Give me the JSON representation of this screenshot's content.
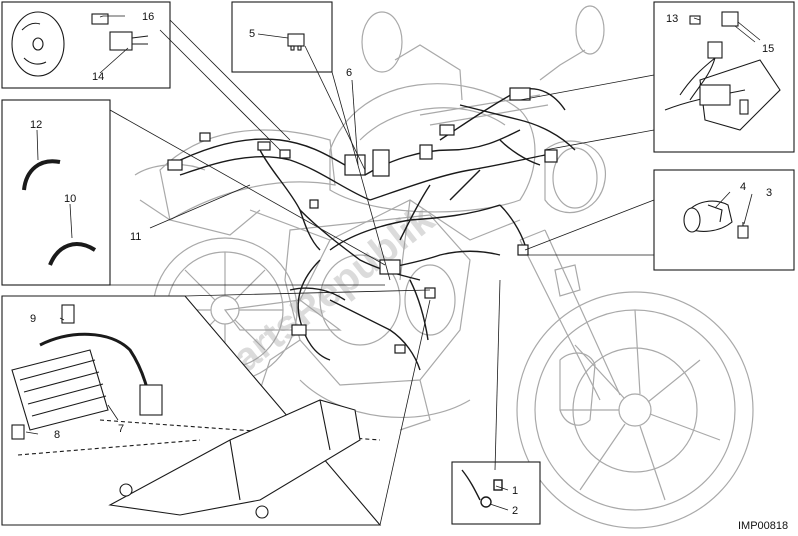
{
  "diagram": {
    "labels": {
      "l1": "1",
      "l2": "2",
      "l3": "3",
      "l4": "4",
      "l5": "5",
      "l6": "6",
      "l7": "7",
      "l8": "8",
      "l9": "9",
      "l10": "10",
      "l11": "11",
      "l12": "12",
      "l13": "13",
      "l14": "14",
      "l15": "15",
      "l16": "16"
    },
    "drawing_code": "IMP00818",
    "watermark": "PartsRepublik"
  }
}
